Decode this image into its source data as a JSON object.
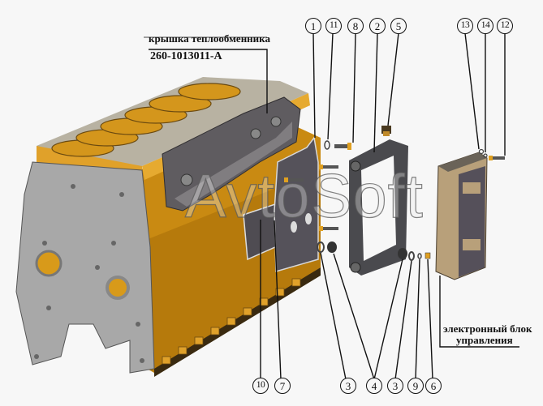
{
  "labels": {
    "heat_exchanger_cover_title": "крышка теплообменника",
    "heat_exchanger_cover_part_no": "260-1013011-А",
    "ecu_line1": "электронный блок",
    "ecu_line2": "управления"
  },
  "watermark": "AvtoSoft",
  "callouts_top": [
    "1",
    "11",
    "8",
    "2",
    "5",
    "13",
    "14",
    "12"
  ],
  "callouts_bottom": [
    "10",
    "7",
    "3",
    "4",
    "3",
    "9",
    "6"
  ],
  "colors": {
    "background": "#f7f7f7",
    "block_orange": "#d89a1a",
    "block_orange_dark": "#a86e0a",
    "plate_gray": "#a9a9a9",
    "cover_dark": "#55525a",
    "frame_dark": "#4a4a4e",
    "ecu_tan": "#b8a07a",
    "line": "#111111"
  }
}
